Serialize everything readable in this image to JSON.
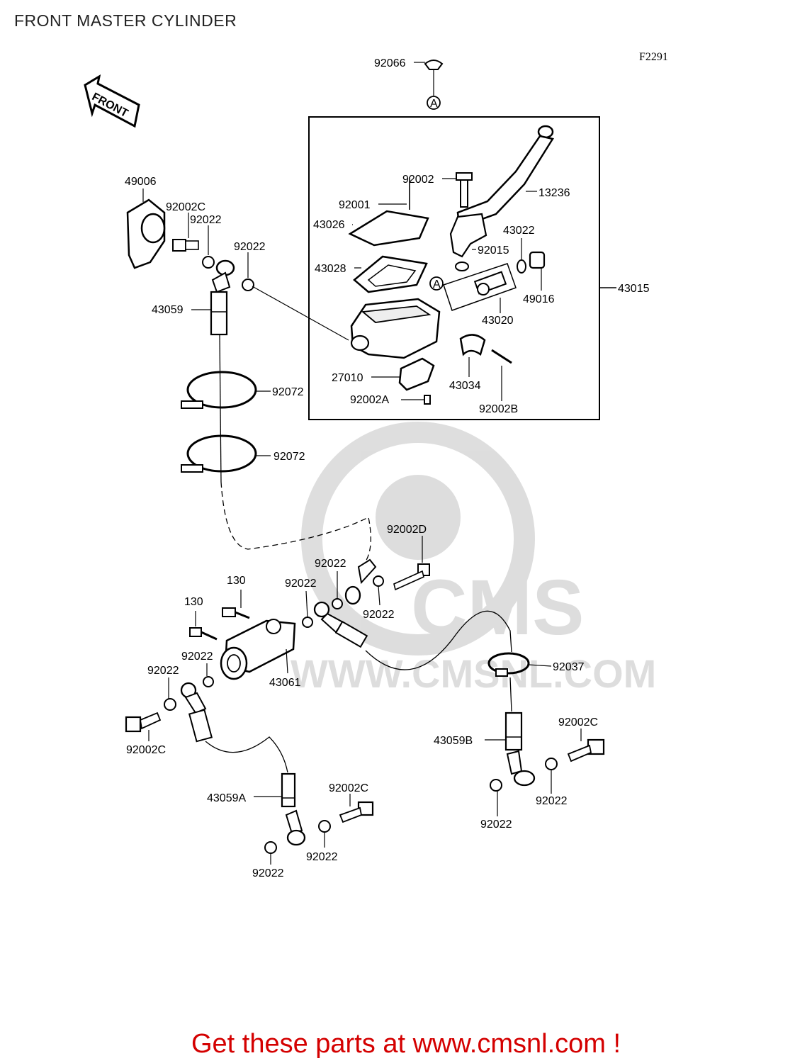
{
  "title": "FRONT MASTER CYLINDER",
  "diagram_code": "F2291",
  "front_arrow_label": "FRONT",
  "watermark": {
    "brand": "CMS",
    "url": "WWW.CMSNL.COM"
  },
  "callout_marker": "A",
  "parts": {
    "p92066": "92066",
    "p49006": "49006",
    "p92002C_top": "92002C",
    "p92022_a": "92022",
    "p92022_b": "92022",
    "p43059": "43059",
    "p92072_a": "92072",
    "p92072_b": "92072",
    "p92002": "92002",
    "p92001": "92001",
    "p43026": "43026",
    "p43028": "43028",
    "p13236": "13236",
    "p43022": "43022",
    "p92015": "92015",
    "p49016": "49016",
    "p43015": "43015",
    "p43020": "43020",
    "p27010": "27010",
    "p43034": "43034",
    "p92002A": "92002A",
    "p92002B": "92002B",
    "p92002D": "92002D",
    "p92022_c": "92022",
    "p92022_d": "92022",
    "p92022_e": "92022",
    "p130_a": "130",
    "p130_b": "130",
    "p92022_f": "92022",
    "p92022_g": "92022",
    "p43061": "43061",
    "p92002C_left": "92002C",
    "p92037": "92037",
    "p92002C_right": "92002C",
    "p43059B": "43059B",
    "p92022_h": "92022",
    "p92022_i": "92022",
    "p92002C_bottom": "92002C",
    "p43059A": "43059A",
    "p92022_j": "92022",
    "p92022_k": "92022"
  },
  "footer": "Get these parts at www.cmsnl.com !"
}
